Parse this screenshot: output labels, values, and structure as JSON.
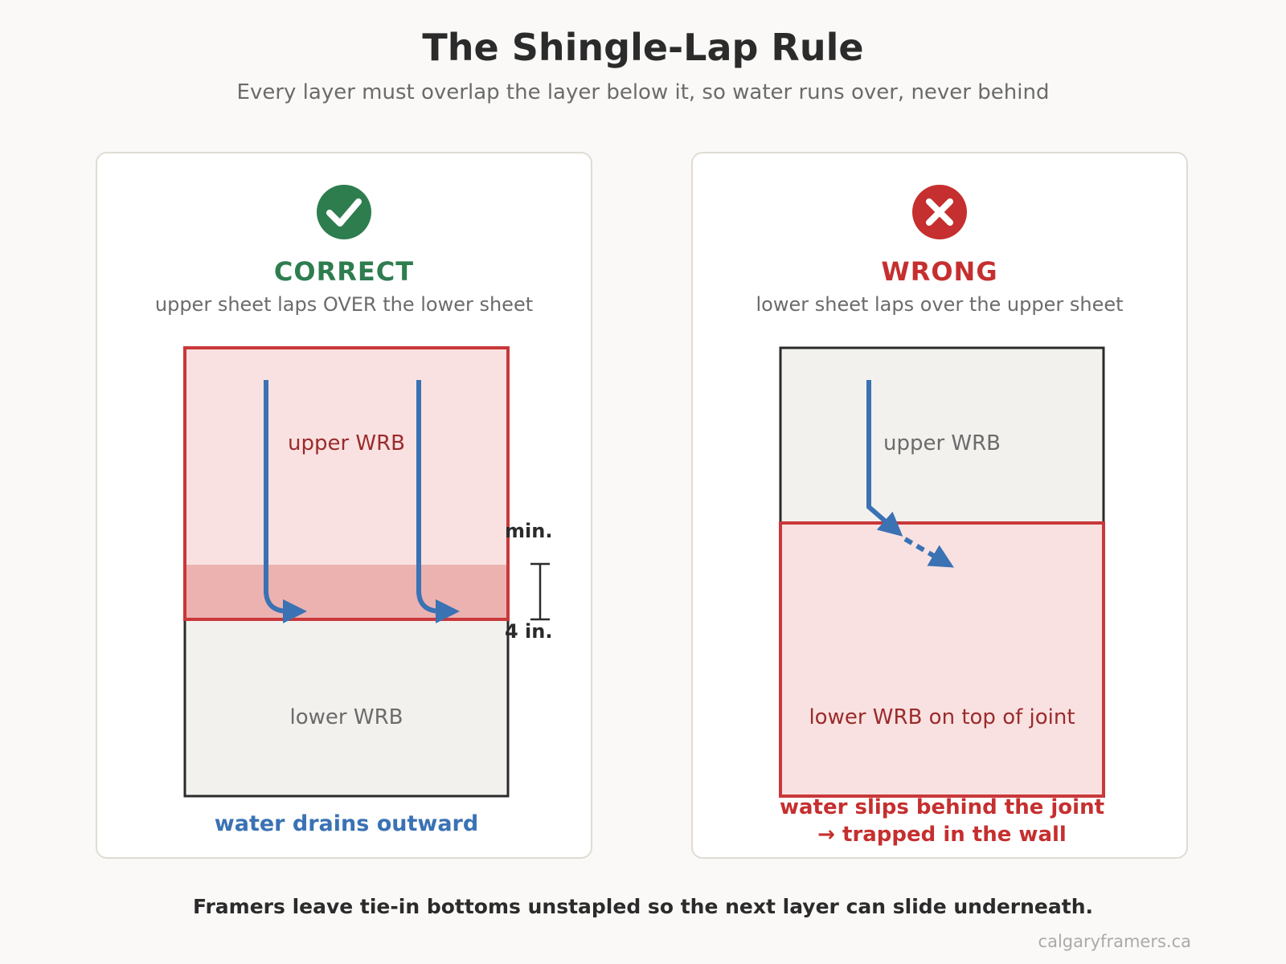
{
  "title": "The Shingle-Lap Rule",
  "subtitle": "Every layer must overlap the layer below it, so water runs over, never behind",
  "colors": {
    "correct": "#2e7d4f",
    "wrong": "#c62f2f",
    "water": "#3a72b4",
    "highlight_fill": "#f9e1e1",
    "overlap_fill": "#ebb2b0",
    "neutral_fill": "#f2f1ee"
  },
  "correct_panel": {
    "icon": "check-icon",
    "heading": "CORRECT",
    "description": "upper sheet laps OVER the lower sheet",
    "upper_label": "upper WRB",
    "lower_label": "lower WRB",
    "dimension_top": "min.",
    "dimension_bottom": "4 in.",
    "caption": "water drains outward"
  },
  "wrong_panel": {
    "icon": "x-icon",
    "heading": "WRONG",
    "description": "lower sheet laps over the upper sheet",
    "upper_label": "upper WRB",
    "lower_label": "lower WRB on top of joint",
    "caption_line1": "water slips behind the joint",
    "caption_line2": "→ trapped in the wall"
  },
  "footnote": "Framers leave tie-in bottoms unstapled so the next layer can slide underneath.",
  "credit": "calgaryframers.ca"
}
